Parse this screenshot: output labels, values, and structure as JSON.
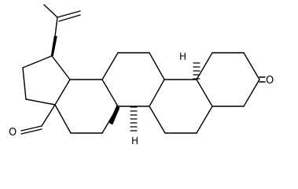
{
  "molecule": {
    "atom_labels": {
      "ketone_oxygen": "O",
      "aldehyde_oxygen": "O",
      "hydrogen_top": "H",
      "hydrogen_bottom": "H"
    }
  }
}
